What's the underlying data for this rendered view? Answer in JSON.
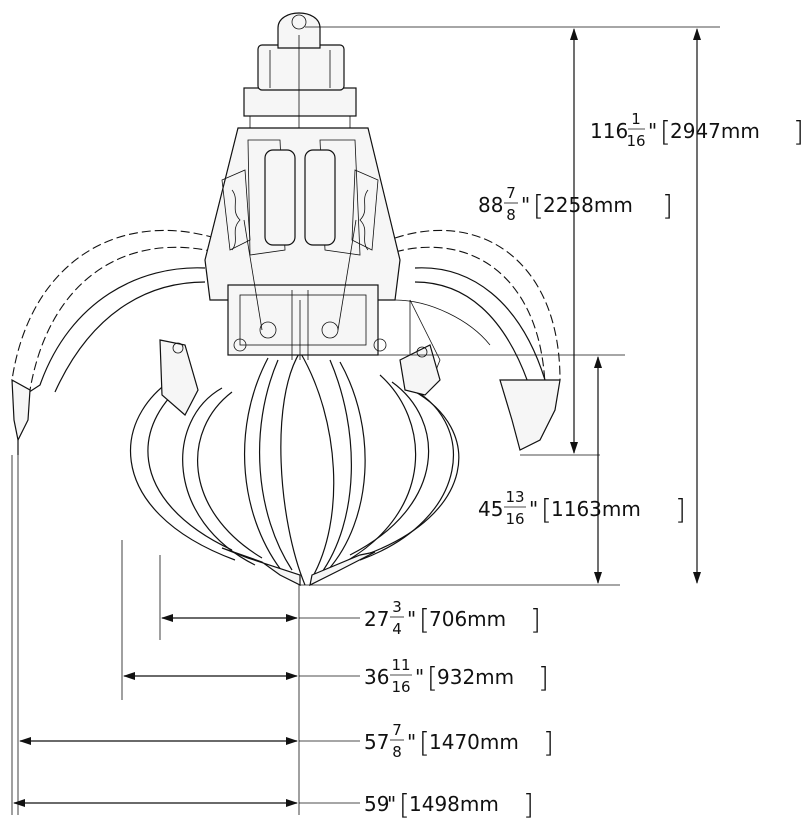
{
  "dimensions": {
    "overall_height": {
      "whole": "116",
      "num": "1",
      "den": "16",
      "unit": "\"",
      "metric": "2947mm"
    },
    "body_height": {
      "whole": "88",
      "num": "7",
      "den": "8",
      "unit": "\"",
      "metric": "2258mm"
    },
    "tine_height": {
      "whole": "45",
      "num": "13",
      "den": "16",
      "unit": "\"",
      "metric": "1163mm"
    },
    "closed_reach": {
      "whole": "27",
      "num": "3",
      "den": "4",
      "unit": "\"",
      "metric": "706mm"
    },
    "mid_reach": {
      "whole": "36",
      "num": "11",
      "den": "16",
      "unit": "\"",
      "metric": "932mm"
    },
    "open_reach": {
      "whole": "57",
      "num": "7",
      "den": "8",
      "unit": "\"",
      "metric": "1470mm"
    },
    "max_reach": {
      "whole": "59",
      "unit": "\"",
      "metric": "1498mm"
    }
  }
}
